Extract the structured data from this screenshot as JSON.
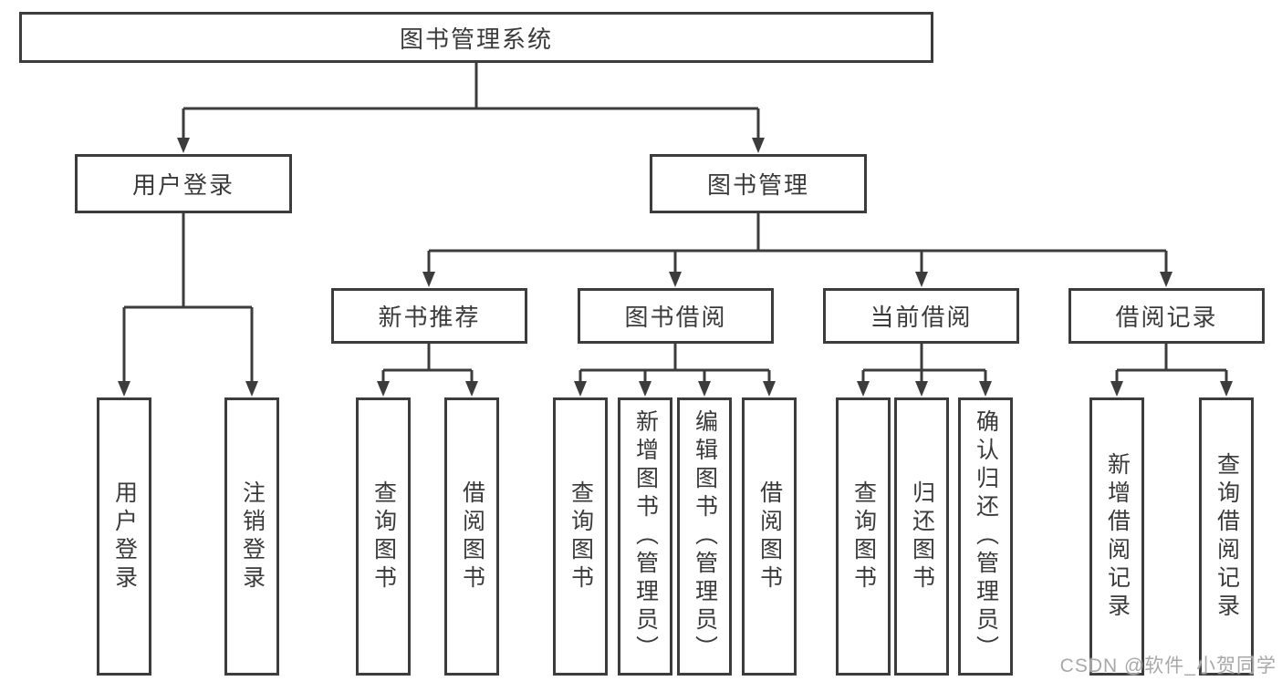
{
  "diagram": {
    "type": "hierarchy-tree",
    "colors": {
      "line": "#3c3c3c",
      "box_border": "#3c3c3c",
      "box_fill": "#ffffff",
      "text": "#3a3a3a",
      "watermark": "#a8a8a8",
      "background": "#ffffff"
    },
    "tree": {
      "root": {
        "label": "图书管理系统",
        "children": [
          {
            "label": "用户登录",
            "children": [
              {
                "label": "用户登录"
              },
              {
                "label": "注销登录"
              }
            ]
          },
          {
            "label": "图书管理",
            "children": [
              {
                "label": "新书推荐",
                "children": [
                  {
                    "label": "查询图书"
                  },
                  {
                    "label": "借阅图书"
                  }
                ]
              },
              {
                "label": "图书借阅",
                "children": [
                  {
                    "label": "查询图书"
                  },
                  {
                    "label": "新增图书（管理员）"
                  },
                  {
                    "label": "编辑图书（管理员）"
                  },
                  {
                    "label": "借阅图书"
                  }
                ]
              },
              {
                "label": "当前借阅",
                "children": [
                  {
                    "label": "查询图书"
                  },
                  {
                    "label": "归还图书"
                  },
                  {
                    "label": "确认归还（管理员）"
                  }
                ]
              },
              {
                "label": "借阅记录",
                "children": [
                  {
                    "label": "新增借阅记录"
                  },
                  {
                    "label": "查询借阅记录"
                  }
                ]
              }
            ]
          }
        ]
      }
    },
    "watermark": {
      "text": "CSDN @软件_小贺同学"
    }
  }
}
